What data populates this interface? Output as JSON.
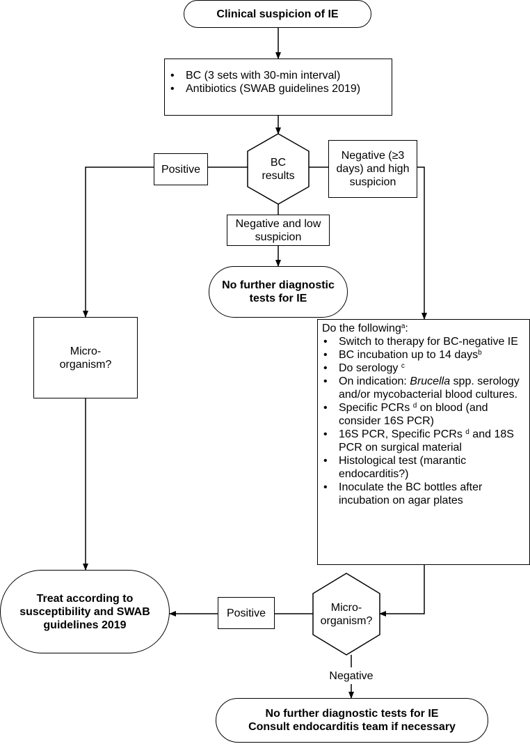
{
  "start": "Clinical suspicion of IE",
  "initial": {
    "items": [
      "BC (3 sets with 30-min interval)",
      "Antibiotics (SWAB guidelines 2019)"
    ]
  },
  "bc_results": "BC results",
  "positive_left": "Positive",
  "negative_high": "Negative  (≥3 days) and high suspicion",
  "negative_low": "Negative and low suspicion",
  "no_further_1": "No further diagnostic tests for IE",
  "micro_left": "Micro-organism?",
  "do_following": {
    "heading": "Do the following",
    "heading_sup": "a",
    "items": {
      "switch": "Switch to therapy for BC-negative IE",
      "incubation": "BC incubation up to 14 days",
      "incubation_sup": "b",
      "serology": "Do serology",
      "serology_sup": "c",
      "indication_prefix": "On indication: ",
      "indication_italic": "Brucella",
      "indication_suffix": " spp. serology and/or mycobacterial blood cultures.",
      "pcr_blood_prefix": "Specific PCRs",
      "pcr_blood_sup": "d",
      "pcr_blood_suffix": " on blood (and consider 16S PCR)",
      "pcr_surgical_prefix": "16S PCR, Specific PCRs",
      "pcr_surgical_sup": "d",
      "pcr_surgical_suffix": " and 18S PCR on surgical material",
      "histological": "Histological test (marantic endocarditis?)",
      "inoculate": "Inoculate the BC bottles after incubation on agar plates"
    }
  },
  "treat": "Treat according to susceptibility and SWAB guidelines 2019",
  "positive_bottom": "Positive",
  "micro_right": "Micro-organism?",
  "negative_bottom": "Negative",
  "final": {
    "line1": "No further diagnostic tests for IE",
    "line2": "Consult endocarditis team if necessary"
  }
}
